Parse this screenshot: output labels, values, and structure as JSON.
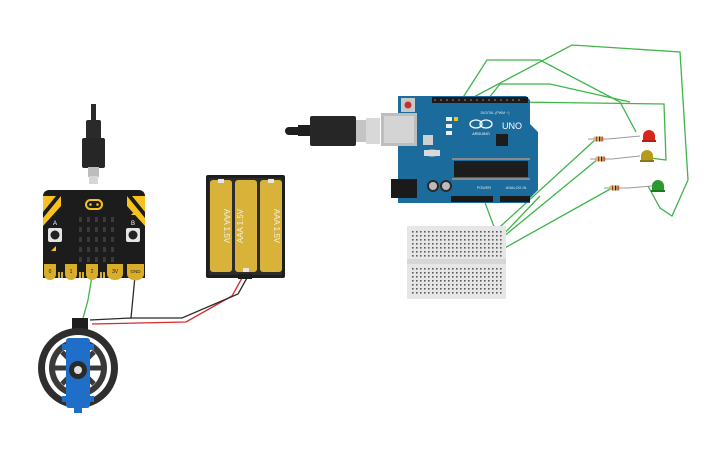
{
  "canvas": {
    "background": "#ffffff"
  },
  "colors": {
    "wire_green": "#3fb54a",
    "wire_red": "#d42a2a",
    "wire_black": "#2b2b2b",
    "microbit_black": "#1c1c1c",
    "microbit_yellow": "#f7c21f",
    "microbit_gold": "#d9ad2a",
    "battery_black": "#1e1e1e",
    "battery_gold": "#d9b23a",
    "arduino_blue": "#1b6c9c",
    "breadboard": "#e6e6e6",
    "led_red": "#d9261c",
    "led_yellow": "#b59a1b",
    "led_green": "#2c9a2c"
  },
  "microbit": {
    "pin_labels": [
      "0",
      "1",
      "2",
      "3V",
      "GND"
    ],
    "button_a": "A",
    "button_b": "B"
  },
  "battery_pack": {
    "cells": [
      "AAA 1.5V",
      "AAA 1.5V",
      "AAA 1.5V"
    ]
  },
  "arduino": {
    "brand": "ARDUINO",
    "model": "UNO",
    "digital_label": "DIGITAL (PWM ~)",
    "power_label": "POWER",
    "analog_label": "ANALOG IN"
  },
  "leds": [
    {
      "name": "red",
      "color": "#d9261c"
    },
    {
      "name": "yellow",
      "color": "#b59a1b"
    },
    {
      "name": "green",
      "color": "#2c9a2c"
    }
  ],
  "icons": {
    "usb_cable_microbit": "usb-cable-icon",
    "usb_cable_arduino": "usb-cable-icon",
    "servo": "servo-motor-icon"
  }
}
